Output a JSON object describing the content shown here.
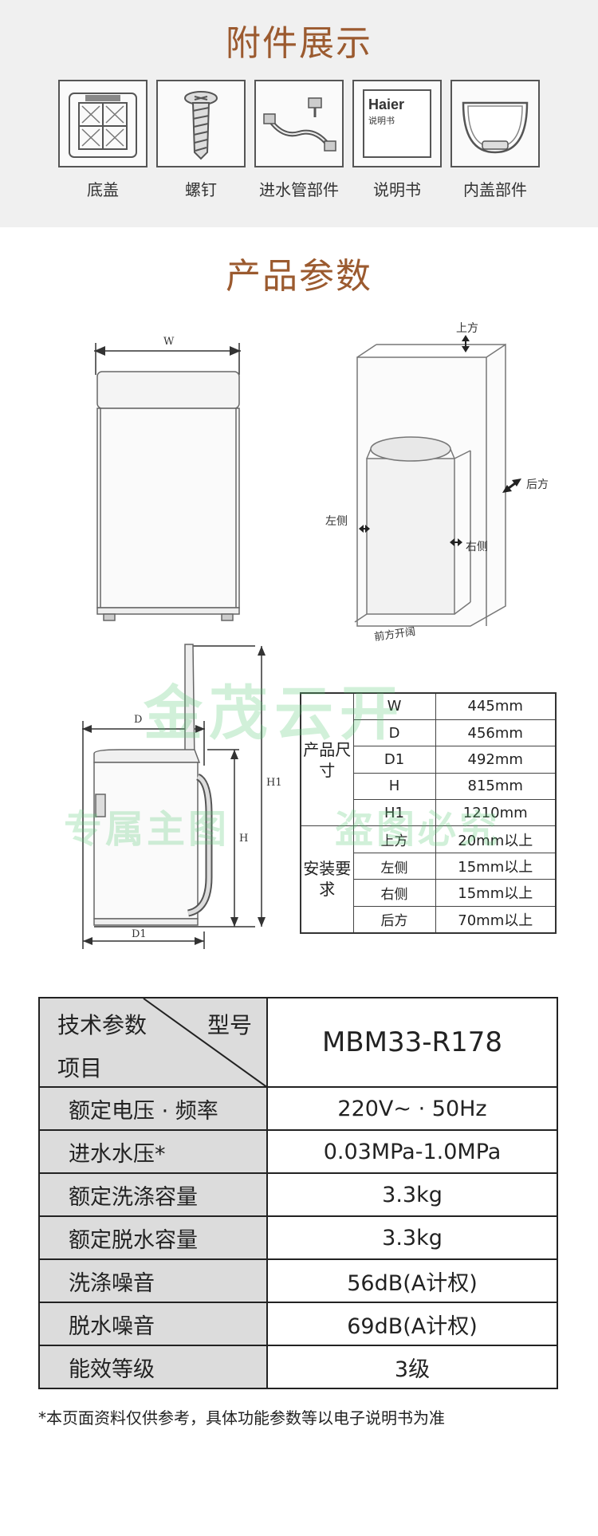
{
  "accessories": {
    "title": "附件展示",
    "items": [
      {
        "label": "底盖",
        "icon": "bottom-cover-icon"
      },
      {
        "label": "螺钉",
        "icon": "screw-icon"
      },
      {
        "label": "进水管部件",
        "icon": "water-hose-icon"
      },
      {
        "label": "说明书",
        "icon": "manual-icon",
        "brand": "Haier",
        "subtext": "说明书"
      },
      {
        "label": "内盖部件",
        "icon": "inner-lid-icon"
      }
    ]
  },
  "params": {
    "title": "产品参数",
    "diagram_labels": {
      "w": "W",
      "d": "D",
      "d1": "D1",
      "h": "H",
      "h1": "H1",
      "top": "上方",
      "back": "后方",
      "left": "左侧",
      "right": "右侧",
      "front": "前方开阔"
    },
    "spec_groups": [
      {
        "name": "产品尺寸",
        "rows": [
          {
            "key": "W",
            "value": "445mm"
          },
          {
            "key": "D",
            "value": "456mm"
          },
          {
            "key": "D1",
            "value": "492mm"
          },
          {
            "key": "H",
            "value": "815mm"
          },
          {
            "key": "H1",
            "value": "1210mm"
          }
        ]
      },
      {
        "name": "安装要求",
        "rows": [
          {
            "key": "上方",
            "value": "20mm以上"
          },
          {
            "key": "左侧",
            "value": "15mm以上"
          },
          {
            "key": "右侧",
            "value": "15mm以上"
          },
          {
            "key": "后方",
            "value": "70mm以上"
          }
        ]
      }
    ]
  },
  "watermark": {
    "main": "金茂云开",
    "left": "专属主图",
    "right": "盗图必究"
  },
  "tech": {
    "header_left": "技术参数",
    "header_right": "型号",
    "header_bottom": "项目",
    "model": "MBM33-R178",
    "rows": [
      {
        "label": "额定电压 · 频率",
        "value": "220V~ · 50Hz"
      },
      {
        "label": "进水水压*",
        "value": "0.03MPa-1.0MPa"
      },
      {
        "label": "额定洗涤容量",
        "value": "3.3kg"
      },
      {
        "label": "额定脱水容量",
        "value": "3.3kg"
      },
      {
        "label": "洗涤噪音",
        "value": "56dB(A计权)"
      },
      {
        "label": "脱水噪音",
        "value": "69dB(A计权)"
      },
      {
        "label": "能效等级",
        "value": "3级"
      }
    ]
  },
  "footnote": "*本页面资料仅供参考，具体功能参数等以电子说明书为准"
}
